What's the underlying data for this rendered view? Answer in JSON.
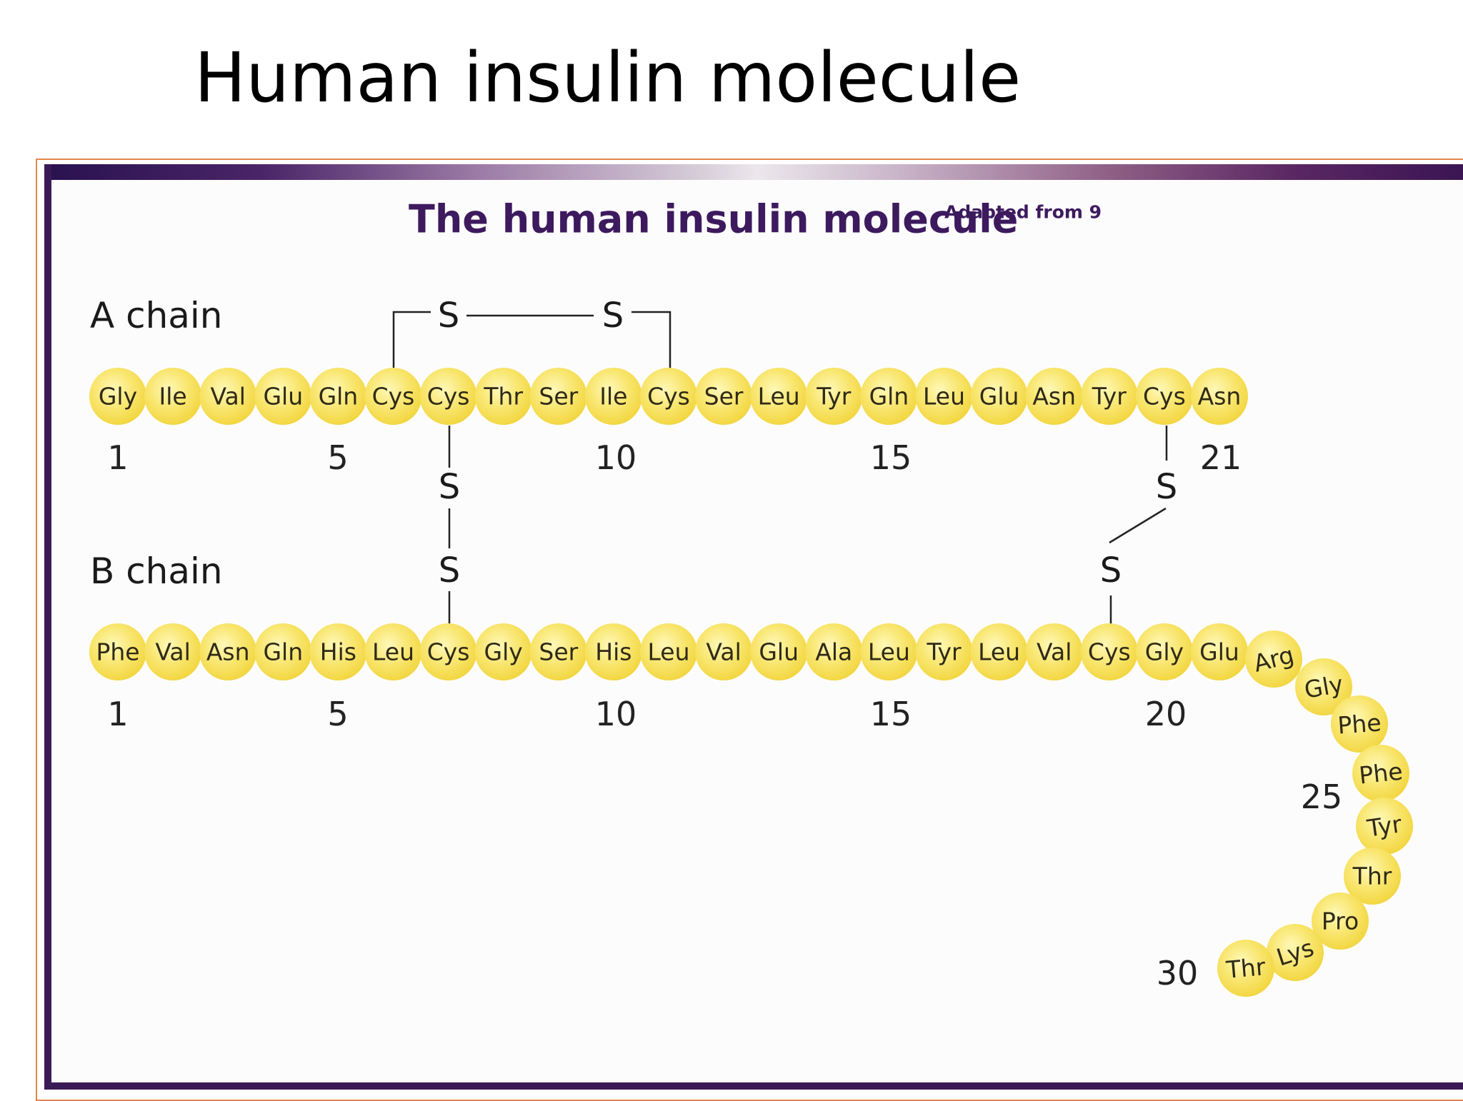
{
  "slide_title": "Human insulin molecule",
  "figure": {
    "title": "The human insulin molecule",
    "source_note": "Adapted from 9",
    "colors": {
      "bead": "#f6e060",
      "bead_highlight": "#fff8b8",
      "frame": "#3a1a55",
      "title": "#3d1a5e",
      "outline": "#e2874a"
    },
    "a_chain": {
      "label": "A chain",
      "residues": [
        "Gly",
        "Ile",
        "Val",
        "Glu",
        "Gln",
        "Cys",
        "Cys",
        "Thr",
        "Ser",
        "Ile",
        "Cys",
        "Ser",
        "Leu",
        "Tyr",
        "Gln",
        "Leu",
        "Glu",
        "Asn",
        "Tyr",
        "Cys",
        "Asn"
      ],
      "position_labels": [
        "1",
        "5",
        "10",
        "15",
        "21"
      ]
    },
    "b_chain": {
      "label": "B chain",
      "residues": [
        "Phe",
        "Val",
        "Asn",
        "Gln",
        "His",
        "Leu",
        "Cys",
        "Gly",
        "Ser",
        "His",
        "Leu",
        "Val",
        "Glu",
        "Ala",
        "Leu",
        "Tyr",
        "Leu",
        "Val",
        "Cys",
        "Gly",
        "Glu",
        "Arg",
        "Gly",
        "Phe",
        "Phe",
        "Tyr",
        "Thr",
        "Pro",
        "Lys",
        "Thr"
      ],
      "position_labels": [
        "1",
        "5",
        "10",
        "15",
        "20",
        "25",
        "30"
      ]
    },
    "sulfur_label": "S",
    "disulfide_bonds": [
      {
        "from": "A6",
        "to": "A11"
      },
      {
        "from": "A7",
        "to": "B7"
      },
      {
        "from": "A20",
        "to": "B19"
      }
    ]
  }
}
